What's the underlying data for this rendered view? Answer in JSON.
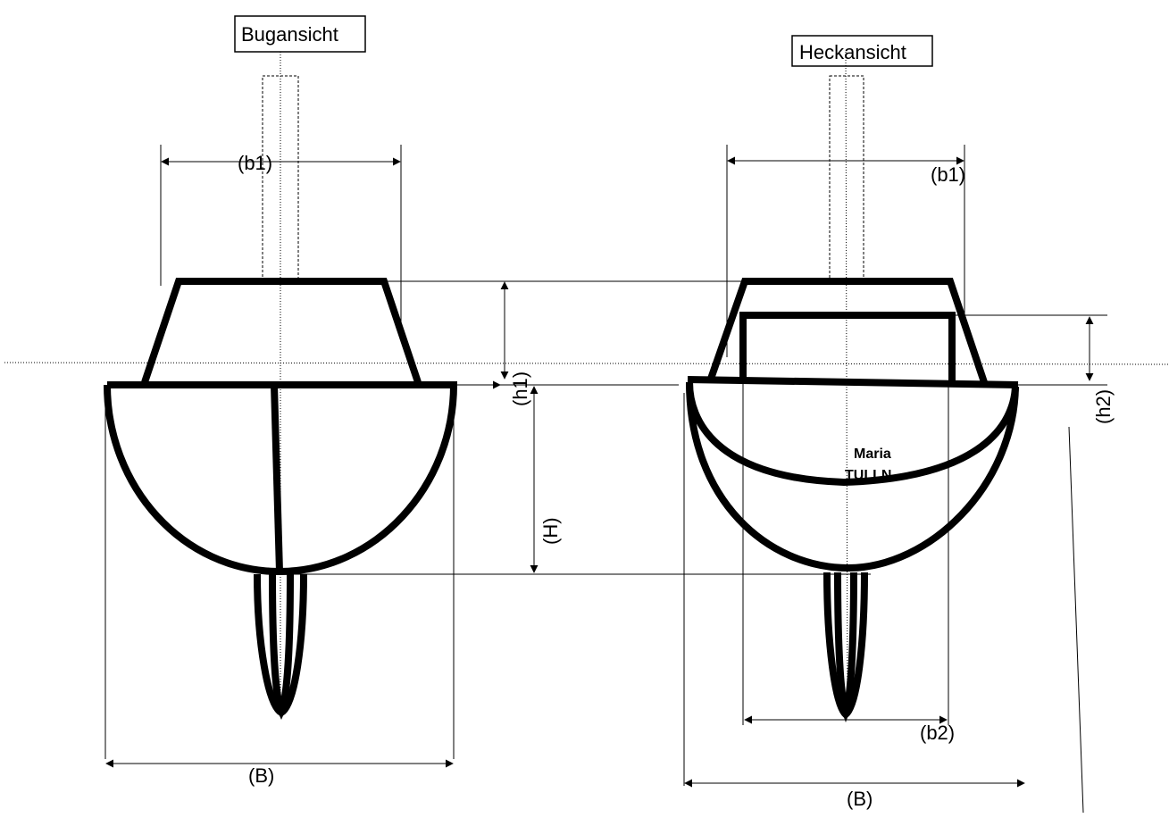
{
  "titles": {
    "bow": "Bugansicht",
    "stern": "Heckansicht"
  },
  "labels": {
    "b1_bow": "(b1)",
    "b1_stern": "(b1)",
    "h1": "(h1)",
    "h2": "(h2)",
    "H": "(H)",
    "b2": "(b2)",
    "B_bow": "(B)",
    "B_stern": "(B)"
  },
  "transom": {
    "name_line1": "Maria",
    "name_line2": "TULLN"
  }
}
